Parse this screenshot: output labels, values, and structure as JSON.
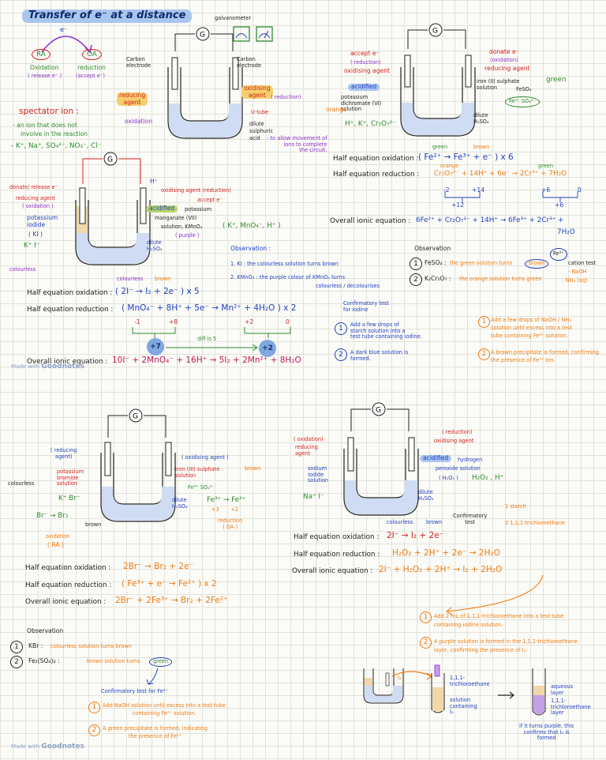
{
  "title": "Transfer of e⁻ at a distance",
  "watermark": {
    "prefix": "Made with",
    "brand": "Goodnotes"
  },
  "concept": {
    "ra": "RA",
    "oa": "OA",
    "ra_desc": "Oxidation",
    "ra_note": "( release e⁻ )",
    "oa_desc": "reduction",
    "oa_note": "(accept e⁻)",
    "spectator_title": "spectator ion :",
    "spectator_line1": "- an ion that does not",
    "spectator_line2": "involve in the reaction",
    "spectator_ions": "- K⁺, Na⁺, SO₄²⁻, NO₃⁻, Cl⁻"
  },
  "diagram1": {
    "galvanometer": "galvanometer",
    "carbon_left": "Carbon\nelectrode",
    "carbon_right": "Carbon\nelectrode",
    "reducing_agent": "reducing\nagent",
    "oxidation": "oxidation",
    "oxidising_agent": "oxidising\nagent",
    "reduction": "( reduction)",
    "u_tube": "U-tube",
    "dilute": "dilute",
    "sulphuric": "sulphuric",
    "acid": "acid",
    "acid_note": "- to allow movement of\nions to complete\nthe circuit."
  },
  "diagram2": {
    "accept": "accept e⁻",
    "reduction": "( reduction)",
    "oxidising_agent": "oxidising agent",
    "acidified": "acidified",
    "potassium": "potassium\ndichromate (VI)\nsolution",
    "orange": "orange",
    "ions": "H⁺, K⁺, Cr₂O₇²⁻",
    "donate": "donate e⁻",
    "oxidation": "(oxidation)",
    "reducing_agent": "reducing agent",
    "iron2": "iron (II) sulphate\nsolution",
    "feso4": "FeSO₄",
    "green": "green",
    "fe_ions": "Fe²⁺ SO₄²⁻",
    "dilute": "dilute\nH₂SO₄"
  },
  "half_right": {
    "label_ox": "Half equation oxidation :",
    "eq_ox": "( Fe²⁺ → Fe³⁺ + e⁻ ) x 6",
    "green": "green",
    "brown": "brown",
    "label_red": "Half equation reduction :",
    "eq_red": "Cr₂O₇²⁻ + 14H⁺ + 6e⁻ → 2Cr³⁺ + 7H₂O",
    "orange": "orange",
    "green2": "green",
    "ox_a": "-2",
    "ox_b": "+14",
    "ox_c": "+12",
    "ox_d": "+6",
    "ox_e": "0",
    "ox_f": "+6",
    "label_overall": "Overall ionic equation :",
    "eq_overall": "6Fe²⁺ + Cr₂O₇²⁻ + 14H⁺ → 6Fe³⁺ + 2Cr³⁺ +",
    "eq_overall2": "7H₂O"
  },
  "obs_right": {
    "title": "Observation",
    "n1": "1",
    "l1a": "FeSO₄ :",
    "l1b": "the green solution turns",
    "brown": "brown",
    "fe3": "Fe³⁺",
    "n2": "2",
    "l2a": "K₂Cr₂O₇ :",
    "l2b": "the orange solution turns green",
    "cation_test": "cation test",
    "naoh": "- NaOH",
    "nh3": "- NH₃ (aq)",
    "s1n": "1",
    "s1": "Add a few drops of NaOH / NH₃\nsolution until excess into a test\ntube containing Fe³⁺ solution.",
    "s2n": "2",
    "s2": "A brown precipitate is formed, confirming\nthe presence of Fe³⁺ ion."
  },
  "diagram3": {
    "h": "H⁺",
    "donate": "donate/ release e⁻",
    "reducing_agent": "reducing agent",
    "oxidation": "( oxidation )",
    "potassium": "potassium\niodide",
    "ki": "( KI )",
    "k_i": "K⁺   I⁻",
    "colourless": "colourless",
    "oxidising_agent": "oxidising agent (reduction)",
    "accept": "accept e⁻",
    "acidified": "acidified",
    "potassium2": "potassium",
    "manganate": "manganate (VII)",
    "solution": "solution, KMnO₄",
    "purple": "( purple )",
    "ions": "( K⁺, MnO₄⁻, H⁺ )",
    "dilute": "dilute\nH₂SO₄"
  },
  "obs_mid": {
    "title": "Observation :",
    "l1": "1.  KI : the colourless solution turns brown",
    "l2": "2.  KMnO₄ : the purple colour of KMnO₄ turns",
    "l2b": "colourless / decolourises"
  },
  "half_left": {
    "colourless": "colourless",
    "brown": "brown",
    "label_ox": "Half equation oxidation :",
    "eq_ox": "( 2I⁻ → I₂ + 2e⁻ ) x 5",
    "label_red": "Half equation reduction :",
    "eq_red": "( MnO₄⁻ + 8H⁺ + 5e⁻ → Mn²⁺ + 4H₂O ) x 2",
    "n_a": "-1",
    "n_b": "+8",
    "n_c": "+2",
    "n_d": "0",
    "n_e": "+7",
    "n_f": "+2",
    "diff": "diff is 5",
    "label_overall": "Overall ionic equation :",
    "eq_overall": "10I⁻ + 2MnO₄⁻ + 16H⁺ → 5I₂ + 2Mn²⁺ + 8H₂O"
  },
  "confirm": {
    "title": "Confirmatory test\nfor iodine",
    "n1": "1",
    "s1": "Add a few drops of\nstarch solution into a\ntest tube containing iodine.",
    "n2": "2",
    "s2": "A dark blue solution is\nformed."
  },
  "diagram4": {
    "reducing": "( reducing\nagent)",
    "colourless": "colourless",
    "potassium": "potassium\nbromide\nsolution",
    "k_br": "K⁺   Br⁻",
    "br_eq": "Br⁻ → Br₂",
    "brown": "brown",
    "oxidation": "oxidation",
    "ra": "( RA )",
    "oxidising": "( oxidising agent )",
    "iron3": "iron (III) sulphate\nsolution",
    "brown2": "brown",
    "fe_ions": "Fe³⁺  SO₄²⁻",
    "dilute": "dilute\nH₂SO₄",
    "fe_eq": "Fe³⁺ → Fe²⁺",
    "fe_ox": "+3       +2",
    "red_lbl": "reduction\n( OA )"
  },
  "half_br": {
    "label_ox": "Half equation oxidation :",
    "eq_ox": "2Br⁻ → Br₂ + 2e⁻",
    "label_red": "Half equation reduction :",
    "eq_red": "( Fe³⁺ + e⁻ → Fe²⁺ ) x 2",
    "label_overall": "Overall ionic equation :",
    "eq_overall": "2Br⁻ + 2Fe³⁺ → Br₂ + 2Fe²⁺"
  },
  "obs_br": {
    "title": "Observation",
    "n1": "1",
    "l1a": "KBr :",
    "l1b": "colourless solution turns brown",
    "n2": "2",
    "l2a": "Fe₂(SO₄)₃ :",
    "l2b": "brown solution turns",
    "green": "green",
    "conf": "Confirmatory test for Fe²⁺",
    "s1n": "1",
    "s1": "Add NaOH solution until excess into a test tube\ncontaining Fe²⁺ solution.",
    "s2n": "2",
    "s2": "A green precipitate is formed, indicating\nthe presence of Fe²⁺"
  },
  "diagram5": {
    "oxidation": "( oxidation)",
    "reducing": "reducing\nagent",
    "sodium": "sodium\niodide\nsolution",
    "na_i": "Na⁺   I⁻",
    "reduction": "( reduction)",
    "oxidising": "oxidising agent",
    "acidified": "acidified",
    "hydrogen": "hydrogen",
    "peroxide": "peroxide solution",
    "h2o2": "( H₂O₂ )",
    "h2o2_ions": "H₂O₂ , H⁺",
    "dilute": "dilute\nH₂SO₄"
  },
  "half_i": {
    "colourless": "colourless",
    "brown": "brown",
    "confirm": "Confirmatory\ntest",
    "c1": "1  starch",
    "c2": "2  1,1,1-trichloroethane",
    "label_ox": "Half equation oxidation :",
    "eq_ox": "2I⁻ → I₂ + 2e⁻",
    "label_red": "Half equation reduction :",
    "eq_red": "H₂O₂ + 2H⁺ + 2e⁻ → 2H₂O",
    "label_overall": "Overall ionic equation :",
    "eq_overall": "2I⁻ + H₂O₂ + 2H⁺ → I₂ + 2H₂O"
  },
  "tce": {
    "s1n": "1",
    "s1": "Add 2 mL of 1,1,1-trichloroethane into a test tube\ncontaining iodine solution.",
    "s2n": "2",
    "s2": "A purple solution is formed in the 1,1,1-trichloroethane\nlayer, confirming the presence of I₂.",
    "i2": "I₂",
    "tce_label": "1,1,1-\ntrichloroethane",
    "sol": "solution\ncontaining\nI₂",
    "aq": "aqueous\nlayer",
    "tce_layer": "1,1,1-\ntrichloroethane\nlayer",
    "note": "if it turns purple, this\nconfirms that I₂ is\nformed"
  }
}
